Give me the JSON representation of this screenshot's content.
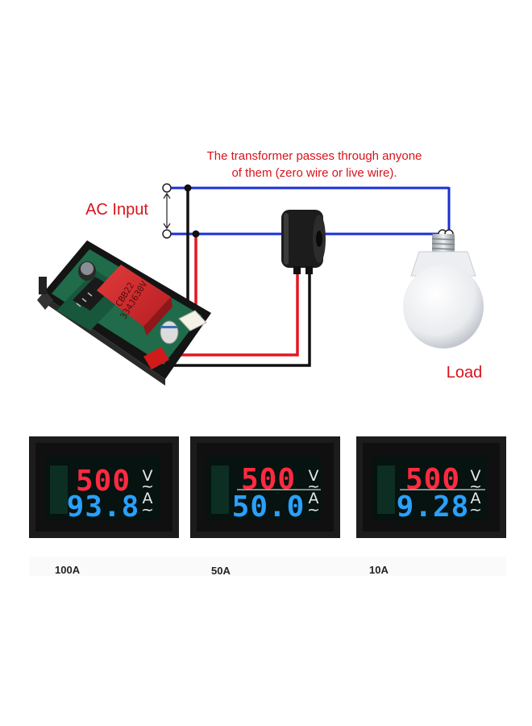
{
  "diagram": {
    "note_line1": "The transformer passes through anyone",
    "note_line2": "of them (zero wire or live wire).",
    "ac_input_label": "AC Input",
    "load_label": "Load",
    "capacitor_line1": "CBB22",
    "capacitor_line2": "334J630V"
  },
  "colors": {
    "label_red": "#d8131b",
    "wire_blue": "#1a2fd6",
    "wire_red": "#e3171f",
    "wire_black": "#111111",
    "display_red": "#ff2a40",
    "display_blue": "#2aa0ff"
  },
  "meters": [
    {
      "caption": "100A",
      "voltage": "500",
      "current": "93.8",
      "volt_unit": "V",
      "amp_unit": "A"
    },
    {
      "caption": "50A",
      "voltage": "500",
      "current": "50.0",
      "volt_unit": "V",
      "amp_unit": "A"
    },
    {
      "caption": "10A",
      "voltage": "500",
      "current": "9.28",
      "volt_unit": "V",
      "amp_unit": "A"
    }
  ]
}
